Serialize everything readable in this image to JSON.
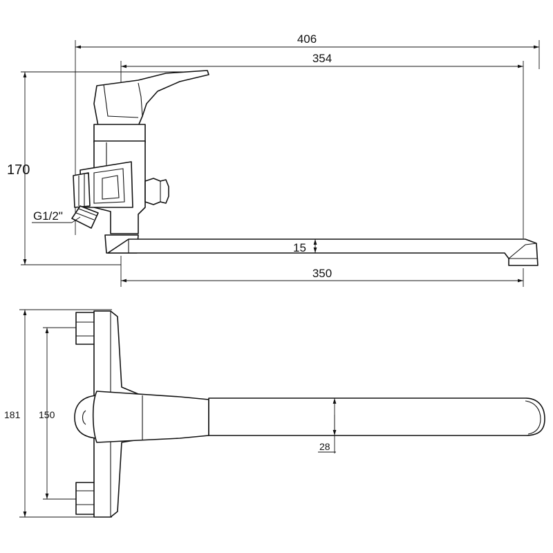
{
  "side_view": {
    "dimensions": {
      "overall_length": "406",
      "spout_reach_top": "354",
      "height": "170",
      "spout_thickness": "15",
      "spout_reach_bottom": "350"
    },
    "thread_label": "G1/2\""
  },
  "top_view": {
    "dimensions": {
      "overall_width": "181",
      "center_distance": "150",
      "spout_width": "28"
    }
  }
}
